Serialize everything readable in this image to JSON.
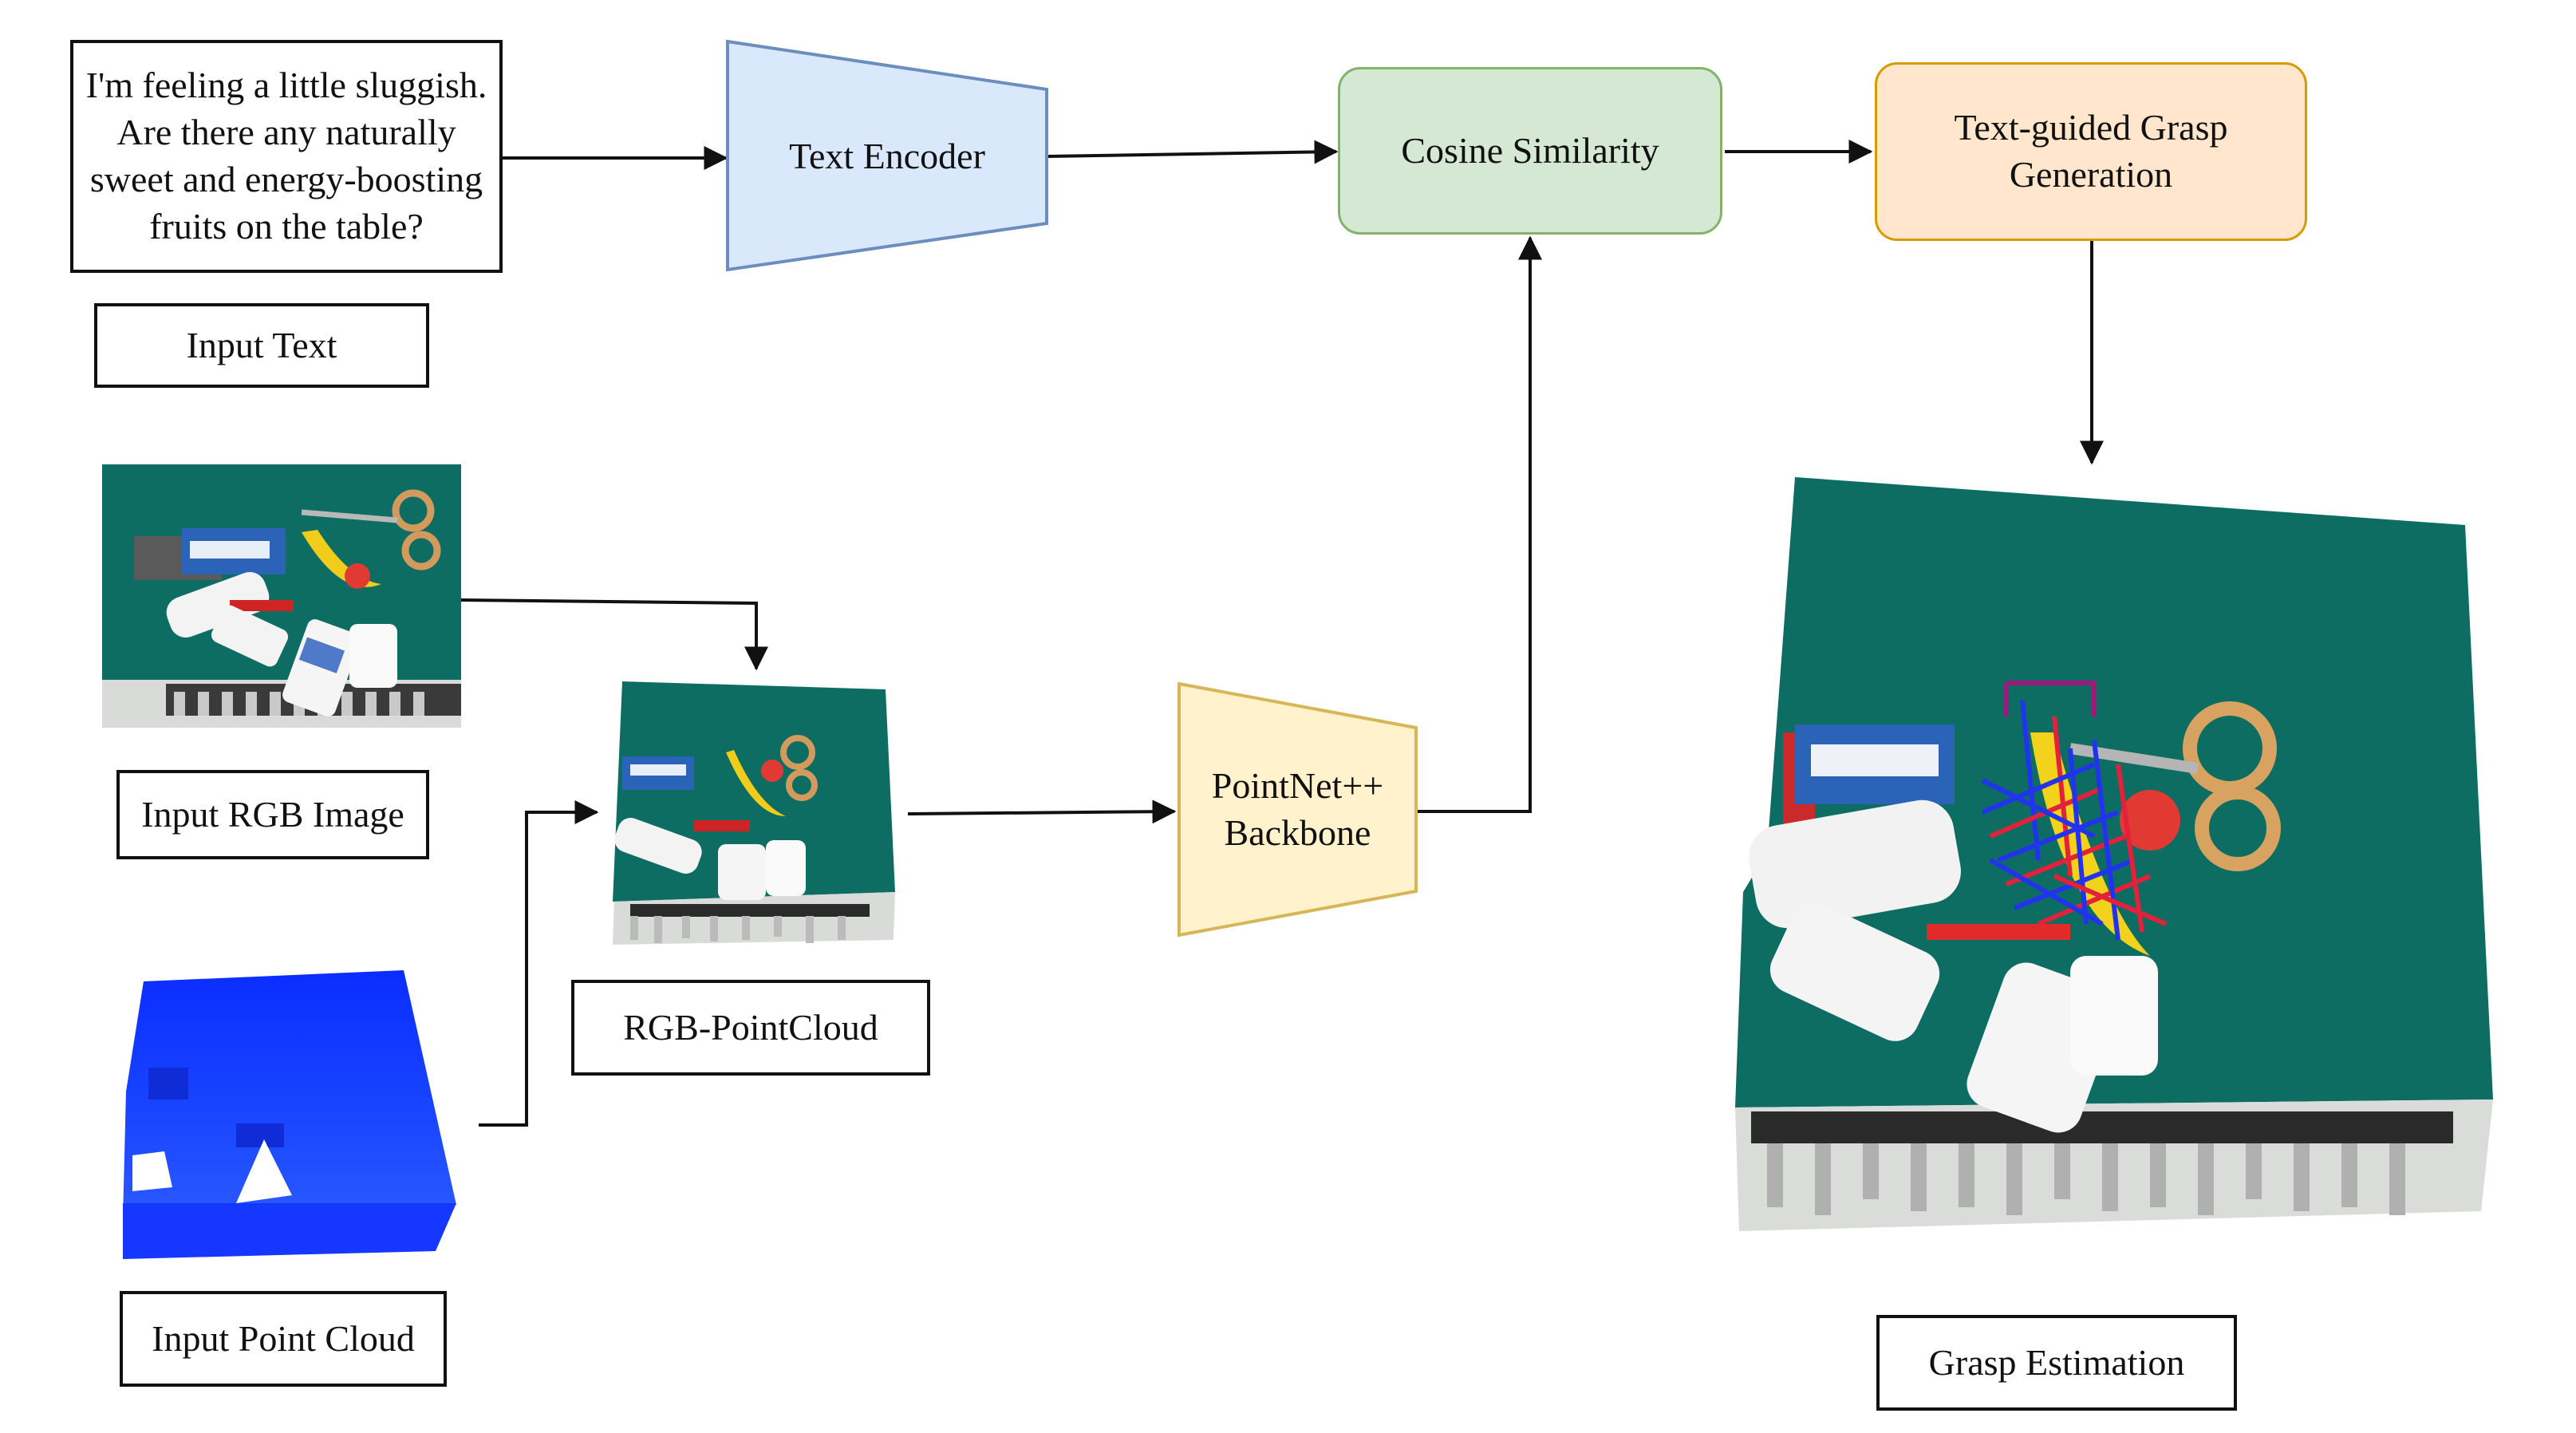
{
  "input_text": {
    "query_lines": [
      "I'm feeling a little sluggish.",
      "Are there any naturally",
      "sweet and energy-boosting",
      "fruits on the table?"
    ],
    "label": "Input Text"
  },
  "text_encoder": {
    "label": "Text Encoder",
    "color": "#dae8fc",
    "border": "#6c8ebf"
  },
  "cosine_similarity": {
    "label": "Cosine Similarity",
    "color": "#d5e8d4",
    "border": "#82b366"
  },
  "grasp_generation": {
    "lines": [
      "Text-guided Grasp",
      "Generation"
    ],
    "color": "#ffe6cc",
    "border": "#d79b00"
  },
  "pointnet": {
    "lines": [
      "PointNet++",
      "Backbone"
    ],
    "color": "#fff2cc",
    "border": "#d6b656"
  },
  "input_rgb": {
    "label": "Input RGB Image"
  },
  "rgb_pointcloud": {
    "label": "RGB-PointCloud"
  },
  "input_point_cloud": {
    "label": "Input Point Cloud"
  },
  "grasp_estimation": {
    "label": "Grasp Estimation"
  }
}
